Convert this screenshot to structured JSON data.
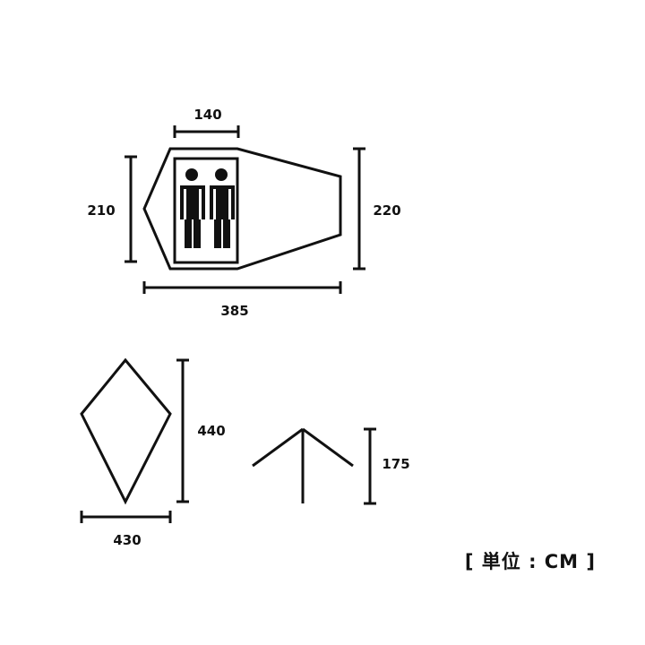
{
  "floor_plan": {
    "width_label": "140",
    "left_height_label": "210",
    "right_height_label": "220",
    "length_label": "385",
    "occupancy_icon": "two-person-icon"
  },
  "side_view": {
    "height_label": "440",
    "width_label": "430"
  },
  "front_view": {
    "height_label": "175"
  },
  "unit_note": "[ 単位 : CM ]"
}
